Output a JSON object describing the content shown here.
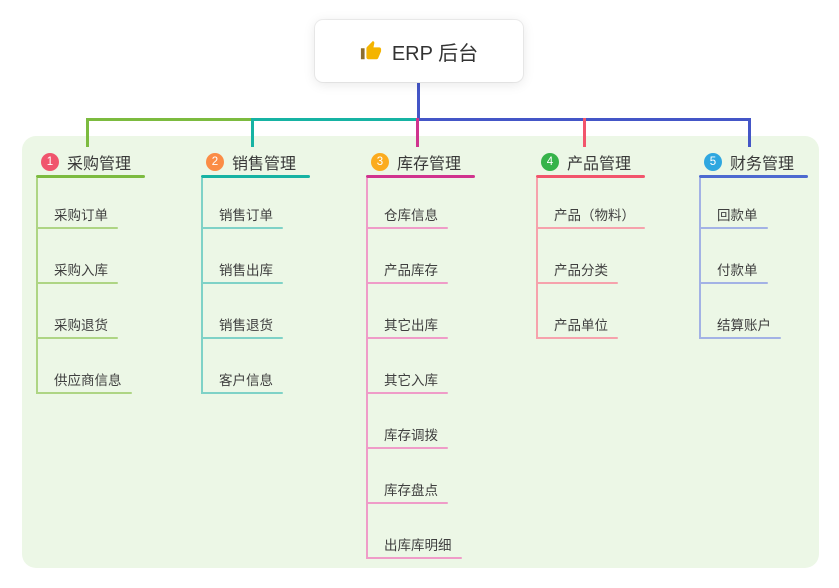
{
  "root": {
    "title": "ERP 后台",
    "icon": "thumbs-up"
  },
  "colors": {
    "panel_background": "#ecf7e6",
    "stem_blue": "#4456c7",
    "node_text": "#333333",
    "child_text": "#3f3f3f"
  },
  "branches": [
    {
      "num": "1",
      "label": "采购管理",
      "badge_color": "#f0556d",
      "line_color": "#7cbb3f",
      "light_color": "#aed584",
      "children": [
        "采购订单",
        "采购入库",
        "采购退货",
        "供应商信息"
      ]
    },
    {
      "num": "2",
      "label": "销售管理",
      "badge_color": "#fb8c46",
      "line_color": "#16b3a3",
      "light_color": "#7fd2c7",
      "children": [
        "销售订单",
        "销售出库",
        "销售退货",
        "客户信息"
      ]
    },
    {
      "num": "3",
      "label": "库存管理",
      "badge_color": "#fbab1e",
      "line_color": "#d0348e",
      "light_color": "#ef9cc8",
      "children": [
        "仓库信息",
        "产品库存",
        "其它出库",
        "其它入库",
        "库存调拨",
        "库存盘点",
        "出库库明细"
      ]
    },
    {
      "num": "4",
      "label": "产品管理",
      "badge_color": "#36b34a",
      "line_color": "#f2556c",
      "light_color": "#f6a2ac",
      "children": [
        "产品（物料）",
        "产品分类",
        "产品单位"
      ]
    },
    {
      "num": "5",
      "label": "财务管理",
      "badge_color": "#2fa7e0",
      "line_color": "#4d6ad0",
      "light_color": "#a3b2e5",
      "children": [
        "回款单",
        "付款单",
        "结算账户"
      ]
    }
  ]
}
